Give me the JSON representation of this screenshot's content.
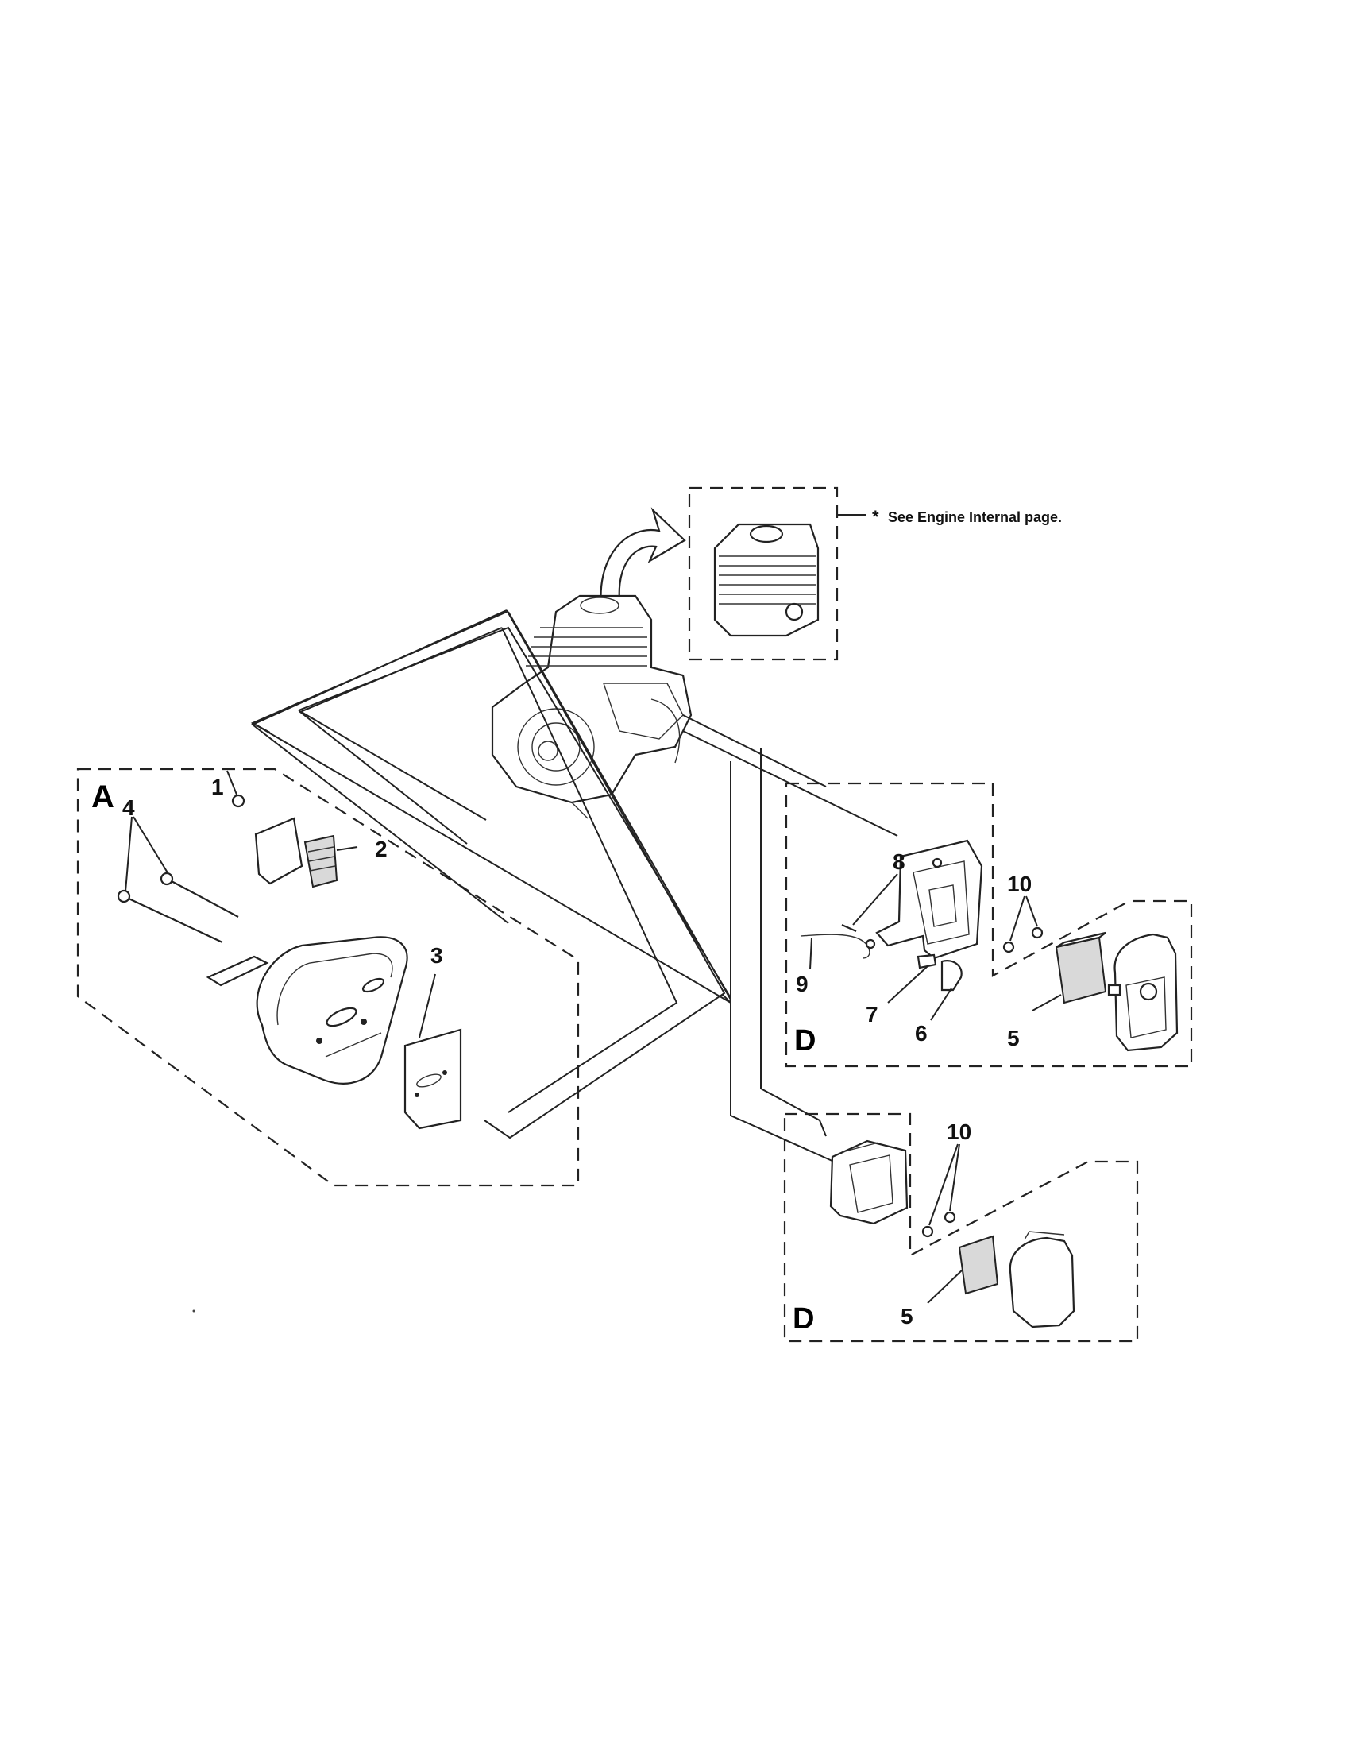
{
  "note": {
    "marker": "*",
    "text": "See Engine Internal page."
  },
  "sections": {
    "a": "A",
    "d_top": "D",
    "d_bottom": "D"
  },
  "callouts": {
    "c1": "1",
    "c2": "2",
    "c3": "3",
    "c4": "4",
    "d1_c5": "5",
    "d1_c6": "6",
    "d1_c7": "7",
    "d1_c8": "8",
    "d1_c9": "9",
    "d1_c10": "10",
    "d2_c5": "5",
    "d2_c10": "10"
  },
  "colors": {
    "line": "#222222",
    "background": "#ffffff"
  }
}
